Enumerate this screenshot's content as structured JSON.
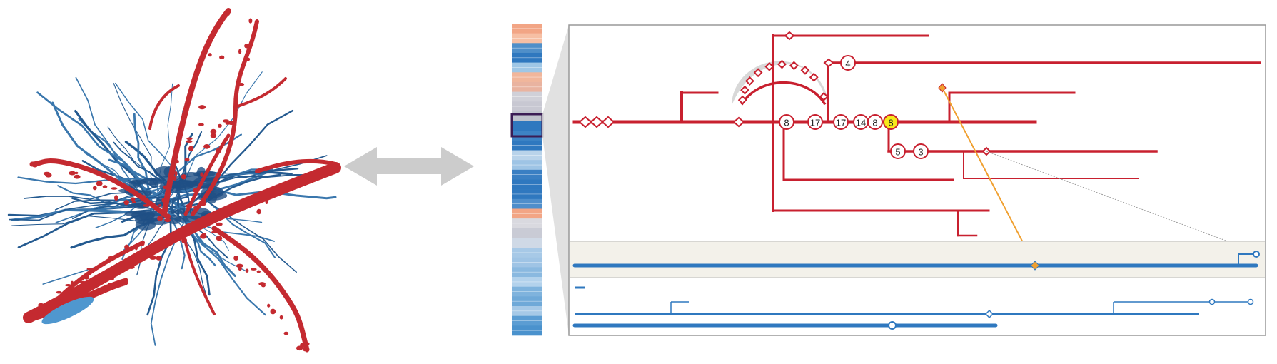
{
  "colors": {
    "red": "#c8202f",
    "blue": "#2f78bf",
    "blue_dark": "#1f4f85",
    "orange": "#f0a030",
    "highlight_yellow": "#f7e81a",
    "gray_arrow": "#cccccc",
    "panel_border": "#999999"
  },
  "left_render": {
    "description_icon": "neuron-3d-render"
  },
  "arrow": {
    "icon": "double-arrow-icon"
  },
  "strip": {
    "colors": [
      "#f2a585",
      "#f6bfa4",
      "#4f8fc9",
      "#2f78bf",
      "#9fc7e6",
      "#f1b69b",
      "#e9b3a0",
      "#d0d0d8",
      "#c8c8d2",
      "#bfc3cc",
      "#2f78bf",
      "#3d83c5",
      "#2f78bf",
      "#b9d3ea",
      "#9ec4e5",
      "#3a7fc3",
      "#2f78bf",
      "#2f78bf",
      "#4e8ecb",
      "#f2a585",
      "#d9d9df",
      "#c9cbd5",
      "#cfd9e6",
      "#a7c9e7",
      "#9fc4e5",
      "#8ab9e0",
      "#b3d2ec",
      "#7fb3dd",
      "#6fa9d8",
      "#a6c9e7",
      "#5b9dd3",
      "#4a92cd"
    ]
  },
  "lens_nodes": {
    "row1": [
      "8",
      "17",
      "17",
      "14",
      "8",
      "8"
    ],
    "top": [
      "4"
    ],
    "lower": [
      "5",
      "3"
    ]
  }
}
